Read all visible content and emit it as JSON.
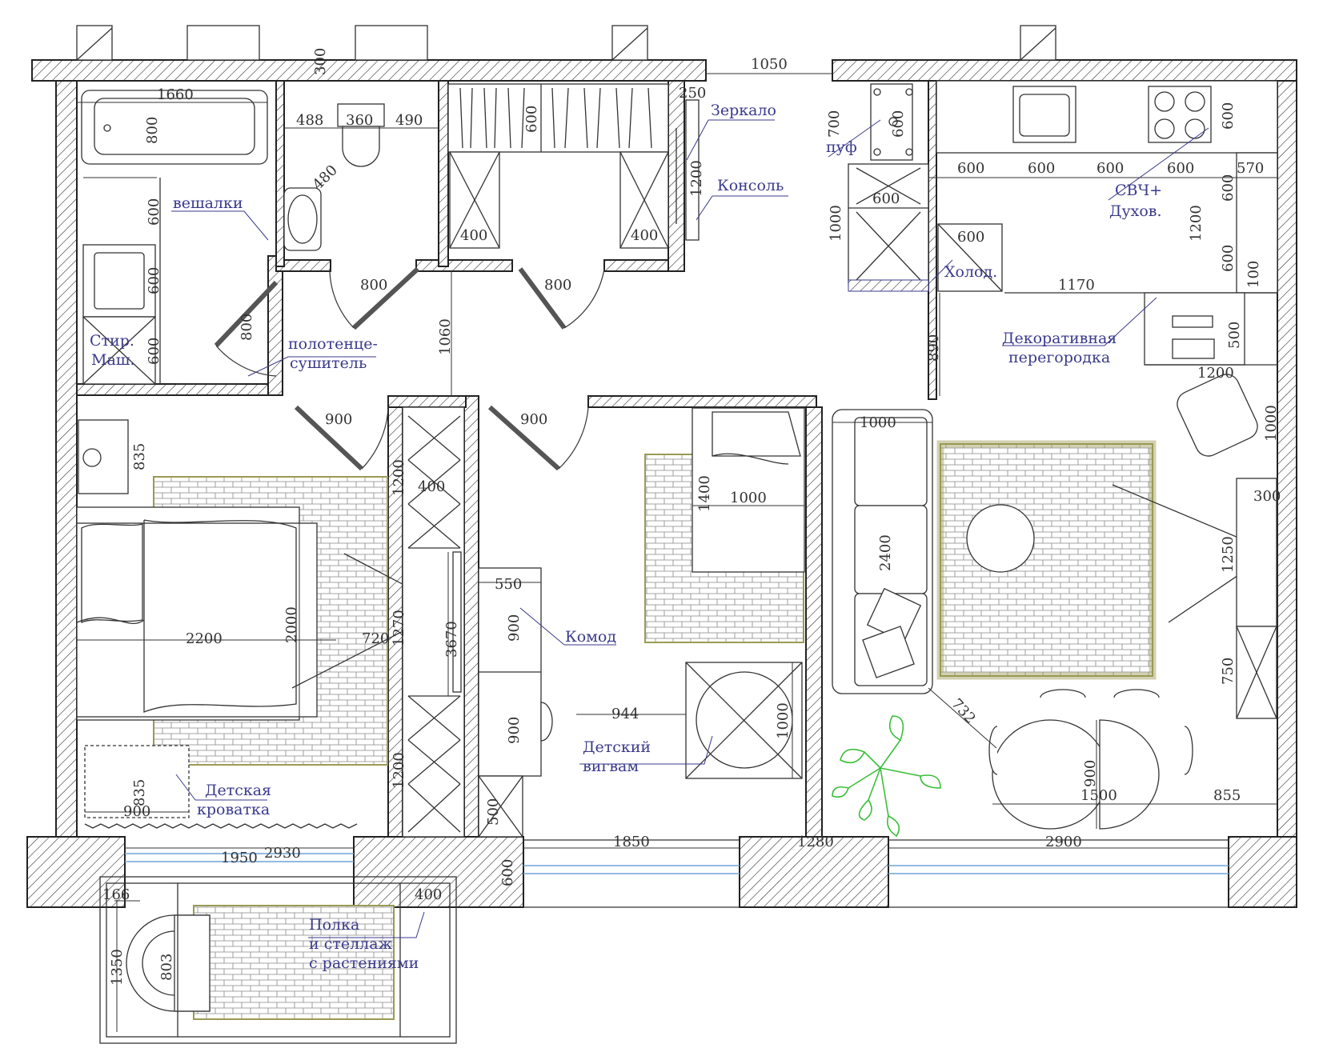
{
  "labels": {
    "mirror": "Зеркало",
    "console": "Консоль",
    "pouf": "пуф",
    "hangers": "вешалки",
    "washer_1": "Стир.",
    "washer_2": "Маш.",
    "towel_1": "полотенце-",
    "towel_2": "сушитель",
    "fridge": "Холод.",
    "mw_1": "СВЧ+",
    "mw_2": "Духов.",
    "partition_1": "Декоративная",
    "partition_2": "перегородка",
    "dresser": "Комод",
    "wigwam_1": "Детский",
    "wigwam_2": "вигвам",
    "crib_1": "Детская",
    "crib_2": "кроватка",
    "shelf_1": "Полка",
    "shelf_2": "и стеллаж",
    "shelf_3": "с растениями"
  },
  "dims": {
    "d1050": "1050",
    "d1660": "1660",
    "d800a": "800",
    "d300": "300",
    "d488": "488",
    "d360": "360",
    "d490": "490",
    "d480": "480",
    "d600a": "600",
    "d250": "250",
    "d1200a": "1200",
    "d400a": "400",
    "d400b": "400",
    "d600b": "600",
    "d600c": "600",
    "d600d": "600",
    "d800b": "800",
    "d800c": "800",
    "d800d": "800",
    "d1060": "1060",
    "d700": "700",
    "d600e": "600",
    "d1000a": "1000",
    "d600f": "600",
    "d600g": "600",
    "d600h": "600",
    "d600i": "600",
    "d600j": "600",
    "d600k": "600",
    "d570": "570",
    "d600l": "600",
    "d600m": "600",
    "d1200b": "1200",
    "d100": "100",
    "d1170": "1170",
    "d890": "890",
    "d500a": "500",
    "d1200c": "1200",
    "d1000b": "1000",
    "d900a": "900",
    "d900b": "900",
    "d835a": "835",
    "d1200d": "1200",
    "d400c": "400",
    "d1270": "1270",
    "d3670": "3670",
    "d720": "720",
    "d2200": "2200",
    "d2000": "2000",
    "d1200e": "1200",
    "d835b": "835",
    "d900c": "900",
    "d550": "550",
    "d900d": "900",
    "d900e": "900",
    "d944": "944",
    "d500b": "500",
    "d1400": "1400",
    "d1000c": "1000",
    "d1000d": "1000",
    "d1000e": "1000",
    "d2400": "2400",
    "d300b": "300",
    "d1250": "1250",
    "d750": "750",
    "d732": "732",
    "d900f": "900",
    "d1500": "1500",
    "d855": "855",
    "d1950": "1950",
    "d2930": "2930",
    "d600n": "600",
    "d1850": "1850",
    "d1280": "1280",
    "d2900": "2900",
    "d166": "166",
    "d400d": "400",
    "d1350": "1350",
    "d803": "803"
  }
}
